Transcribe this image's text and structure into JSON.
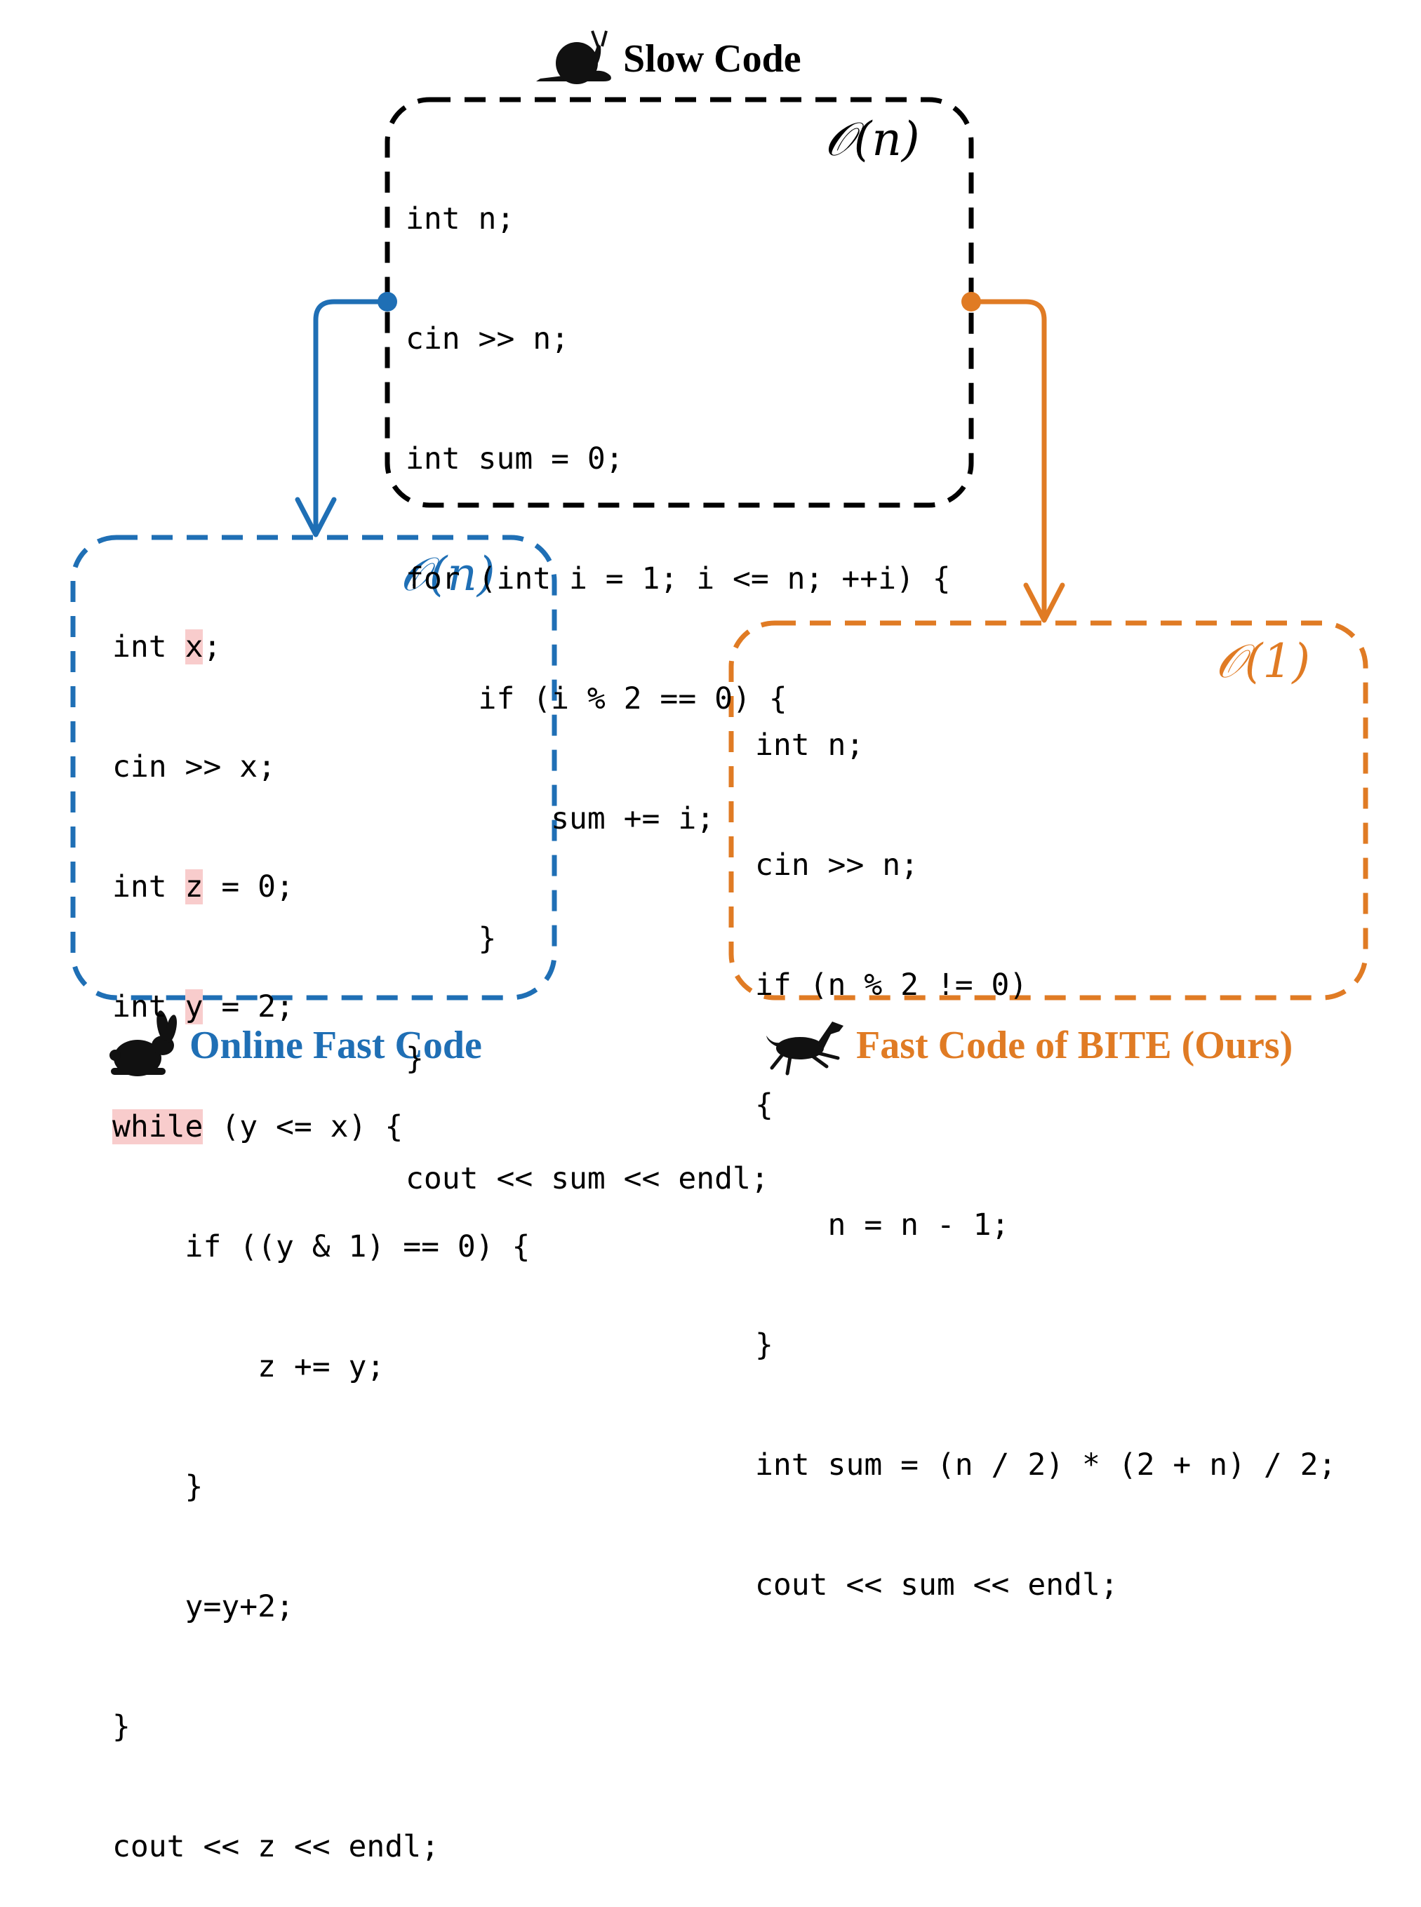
{
  "colors": {
    "slow": "#000000",
    "online": "#1f6fb5",
    "bite": "#e07b24",
    "highlight": "#f8cccc"
  },
  "slow": {
    "icon": "snail-icon",
    "title": "Slow Code",
    "complexity": "𝒪(n)",
    "code": [
      "int n;",
      "cin >> n;",
      "int sum = 0;",
      "for (int i = 1; i <= n; ++i) {",
      "    if (i % 2 == 0) {",
      "        sum += i;",
      "    }",
      "}",
      "cout << sum << endl;"
    ]
  },
  "online": {
    "icon": "rabbit-icon",
    "title": "Online Fast Code",
    "complexity": "𝒪(n)",
    "code": [
      "int x;",
      "cin >> x;",
      "int z = 0;",
      "int y = 2;",
      "while (y <= x) {",
      "    if ((y & 1) == 0) {",
      "        z += y;",
      "    }",
      "    y=y+2;",
      "}",
      "cout << z << endl;"
    ]
  },
  "bite": {
    "icon": "horse-icon",
    "title": "Fast Code of BITE (Ours)",
    "complexity": "𝒪(1)",
    "code": [
      "int n;",
      "cin >> n;",
      "if (n % 2 != 0)",
      "{",
      "    n = n - 1;",
      "}",
      "int sum = (n / 2) * (2 + n) / 2;",
      "cout << sum << endl;"
    ]
  }
}
